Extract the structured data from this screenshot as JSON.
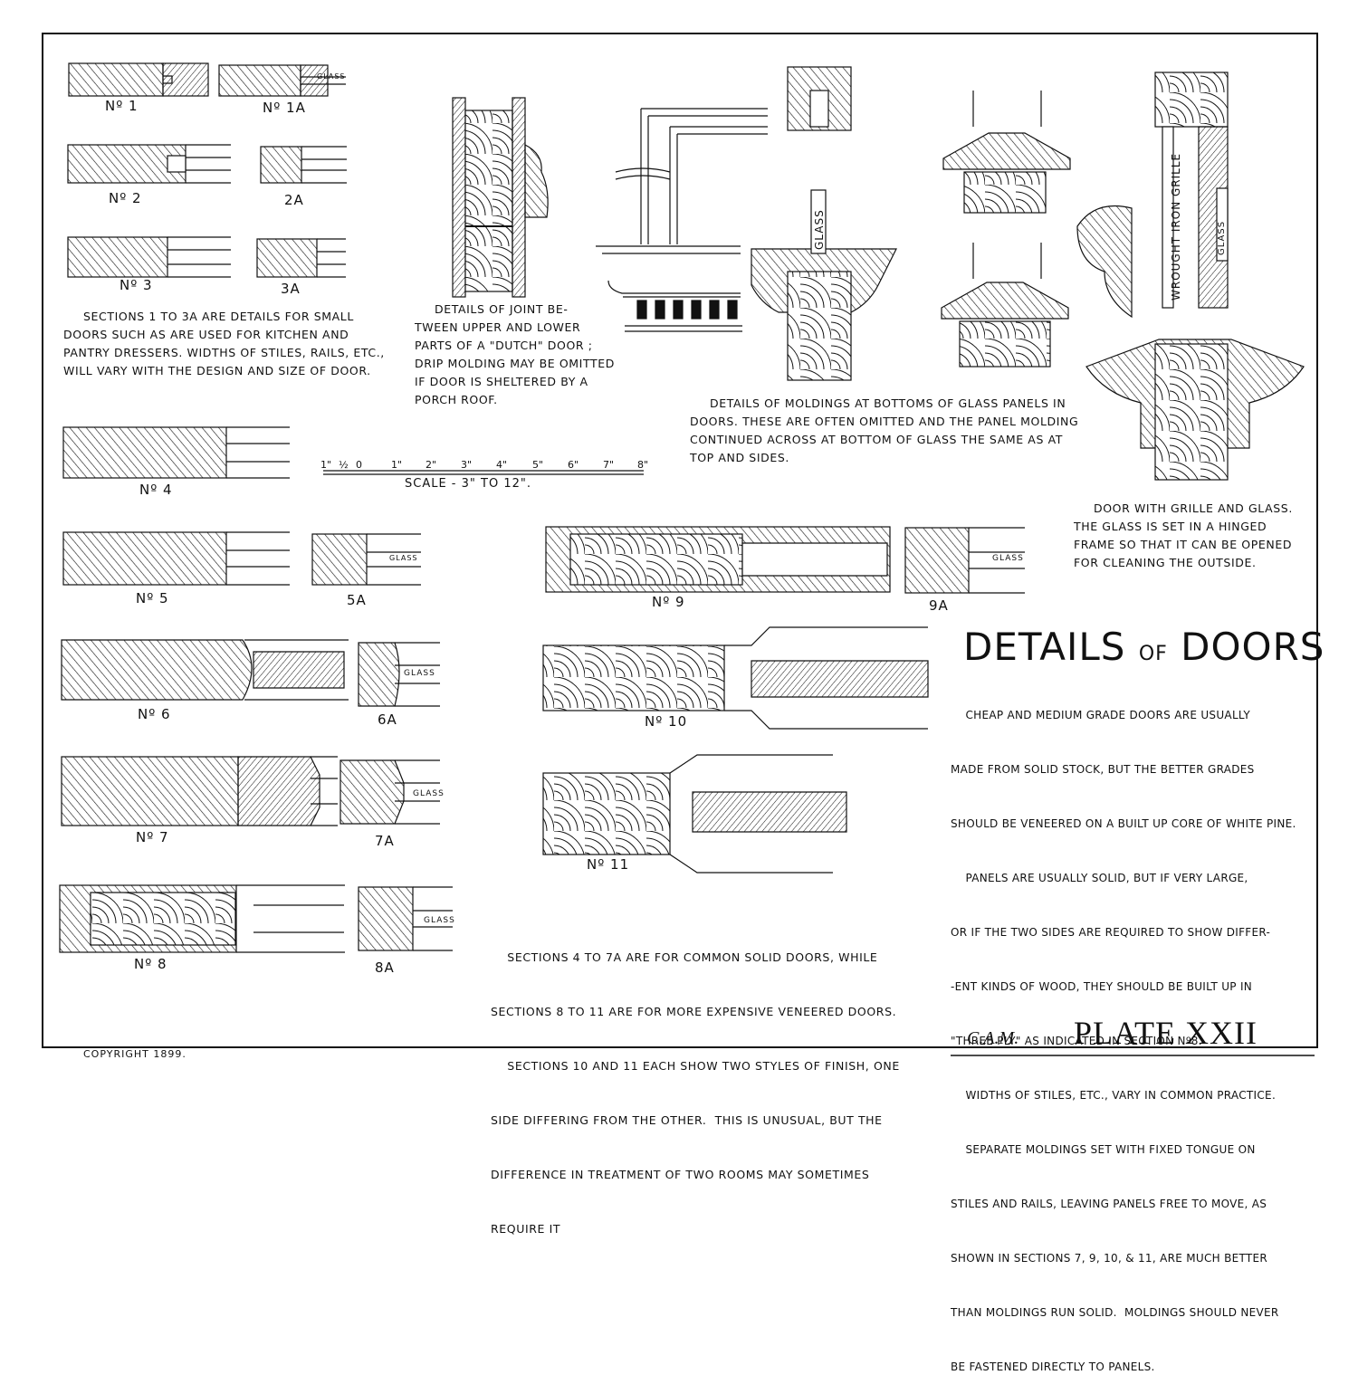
{
  "copyright": "COPYRIGHT 1899.",
  "signature": "C.A.M.",
  "plate": "PLATE XXII",
  "title": {
    "main_a": "DETAILS ",
    "of": "OF",
    "main_b": " DOORS"
  },
  "section_labels": {
    "n1": "Nº 1",
    "n1a": "Nº 1A",
    "n2": "Nº 2",
    "n2a": "2A",
    "n3": "Nº 3",
    "n3a": "3A",
    "n4": "Nº 4",
    "n5": "Nº 5",
    "n5a": "5A",
    "n6": "Nº 6",
    "n6a": "6A",
    "n7": "Nº 7",
    "n7a": "7A",
    "n8": "Nº 8",
    "n8a": "8A",
    "n9": "Nº 9",
    "n9a": "9A",
    "n10": "Nº 10",
    "n11": "Nº 11"
  },
  "glass_label": "GLASS",
  "grille_label": "WROUGHT IRON GRILLE",
  "scale": {
    "caption": "SCALE - 3\" TO 12\".",
    "ticks": [
      "1\"",
      "½",
      "0",
      "1\"",
      "2\"",
      "3\"",
      "4\"",
      "5\"",
      "6\"",
      "7\"",
      "8\""
    ]
  },
  "notes": {
    "small_doors": [
      "SECTIONS 1 TO 3A ARE DETAILS FOR SMALL",
      "DOORS SUCH AS ARE USED FOR KITCHEN AND",
      "PANTRY DRESSERS.  WIDTHS OF STILES, RAILS, ETC.,",
      "WILL VARY WITH THE DESIGN AND SIZE OF DOOR."
    ],
    "dutch_door": [
      "DETAILS OF JOINT BE-",
      "TWEEN UPPER AND LOWER",
      "PARTS OF A \"DUTCH\" DOOR ;",
      "DRIP MOLDING MAY BE OMITTED",
      "IF DOOR IS SHELTERED BY A",
      "PORCH ROOF."
    ],
    "moldings": [
      "DETAILS OF MOLDINGS AT BOTTOMS OF GLASS PANELS IN",
      "DOORS.  THESE ARE OFTEN OMITTED AND THE PANEL MOLDING",
      "CONTINUED ACROSS AT BOTTOM OF GLASS THE SAME AS AT",
      "TOP AND SIDES."
    ],
    "grille": [
      "DOOR WITH GRILLE AND GLASS.",
      "THE GLASS IS SET IN A HINGED",
      "FRAME SO THAT IT CAN BE OPENED",
      "FOR CLEANING THE OUTSIDE."
    ],
    "main": [
      "    CHEAP AND MEDIUM GRADE DOORS ARE USUALLY",
      "MADE FROM SOLID STOCK, BUT THE BETTER GRADES",
      "SHOULD BE VENEERED ON A BUILT UP CORE OF WHITE PINE.",
      "    PANELS ARE USUALLY SOLID, BUT IF VERY LARGE,",
      "OR IF THE TWO SIDES ARE REQUIRED TO SHOW DIFFER-",
      "-ENT KINDS OF WOOD, THEY SHOULD BE BUILT UP IN",
      "\"THREE PLY\" AS INDICATED IN SECTION Nº8.",
      "    WIDTHS OF STILES, ETC., VARY IN COMMON PRACTICE.",
      "    SEPARATE MOLDINGS SET WITH FIXED TONGUE ON",
      "STILES AND RAILS, LEAVING PANELS FREE TO MOVE, AS",
      "SHOWN IN SECTIONS 7, 9, 10, & 11, ARE MUCH BETTER",
      "THAN MOLDINGS RUN SOLID.  MOLDINGS SHOULD NEVER",
      "BE FASTENED DIRECTLY TO PANELS."
    ],
    "bottom": [
      "    SECTIONS 4 TO 7A ARE FOR COMMON SOLID DOORS, WHILE",
      "SECTIONS 8 TO 11 ARE FOR MORE EXPENSIVE VENEERED DOORS.",
      "    SECTIONS 10 AND 11 EACH SHOW TWO STYLES OF FINISH, ONE",
      "SIDE DIFFERING FROM THE OTHER.  THIS IS UNUSUAL, BUT THE",
      "DIFFERENCE IN TREATMENT OF TWO ROOMS MAY SOMETIMES",
      "REQUIRE IT"
    ]
  }
}
